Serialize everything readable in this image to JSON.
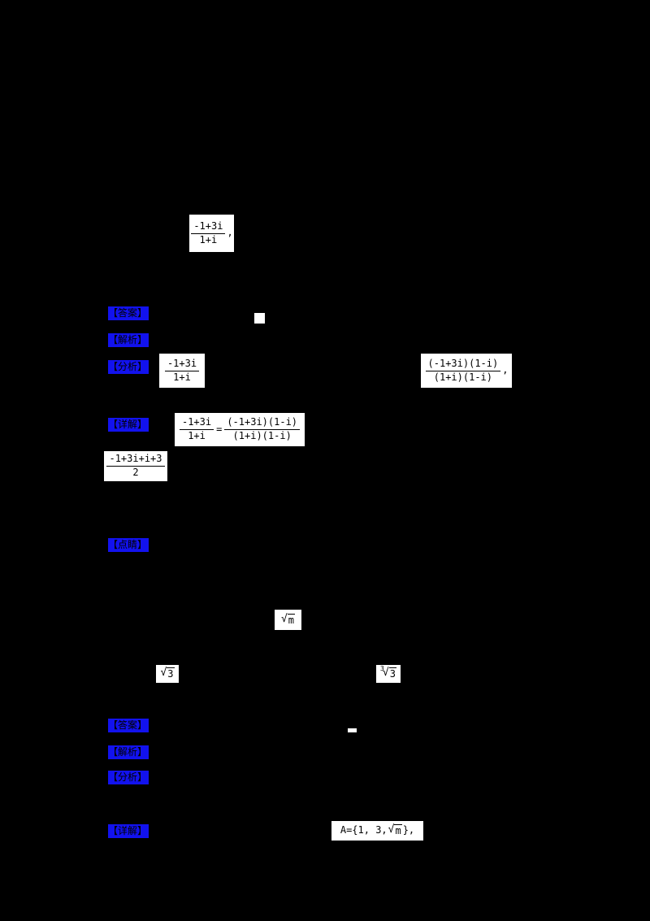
{
  "colors": {
    "page_bg": "#000000",
    "label_highlight_blue": "#1212ee",
    "formula_bg": "#ffffff",
    "formula_ink": "#000000"
  },
  "labels": {
    "answer": "【答案】",
    "explain": "【解析】",
    "analysis": "【分析】",
    "detail": "【详解】",
    "tip": "【点睛】"
  },
  "formulas": {
    "q1_expr": {
      "num": "-1+3i",
      "den": "1+i",
      "suffix": ","
    },
    "q1_analysis_lhs": {
      "num": "-1+3i",
      "den": "1+i"
    },
    "q1_analysis_rhs": {
      "num": "(-1+3i)(1-i)",
      "den": "(1+i)(1-i)",
      "suffix": ","
    },
    "q1_detail_step1": {
      "lhs_num": "-1+3i",
      "lhs_den": "1+i",
      "equals": "=",
      "rhs_num": "(-1+3i)(1-i)",
      "rhs_den": "(1+i)(1-i)"
    },
    "q1_detail_step2": {
      "num": "-1+3i+i+3",
      "den": "2"
    },
    "q2_sqrt_m": {
      "radical": "√",
      "radicand": "m"
    },
    "q2_sqrt3_a": {
      "radical": "√",
      "radicand": "3"
    },
    "q2_root3_b": {
      "index": "3",
      "radical": "√",
      "radicand": "3"
    },
    "q2_set": {
      "prefix": "A={1, 3, ",
      "radical": "√",
      "radicand": "m",
      "suffix": "},"
    }
  }
}
